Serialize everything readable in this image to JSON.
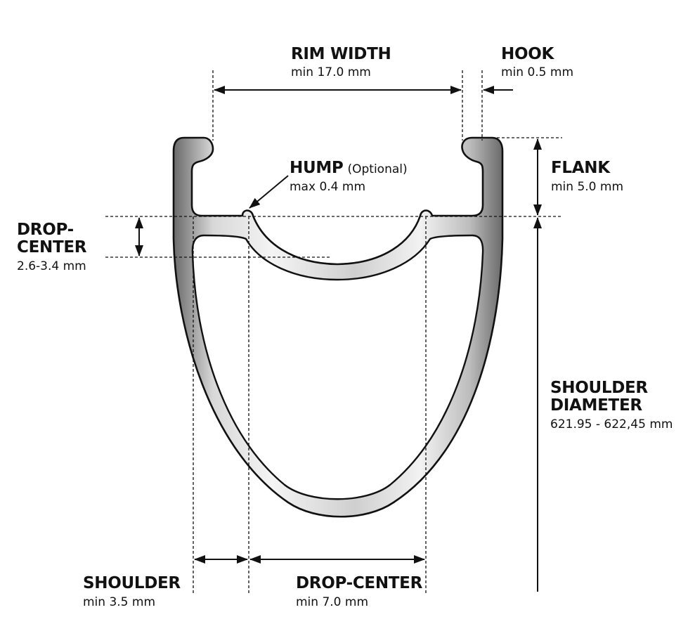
{
  "labels": {
    "rim_width": {
      "title": "RIM WIDTH",
      "value": "min 17.0 mm"
    },
    "hook": {
      "title": "HOOK",
      "value": "min 0.5 mm"
    },
    "hump": {
      "title": "HUMP",
      "note": "(Optional)",
      "value": "max 0.4 mm"
    },
    "flank": {
      "title": "FLANK",
      "value": "min 5.0 mm"
    },
    "drop_center_depth": {
      "title_line1": "DROP-",
      "title_line2": "CENTER",
      "value": "2.6-3.4 mm"
    },
    "shoulder_diameter": {
      "title_line1": "SHOULDER",
      "title_line2": "DIAMETER",
      "value": "621.95 - 622,45 mm"
    },
    "shoulder": {
      "title": "SHOULDER",
      "value": "min 3.5 mm"
    },
    "drop_center_width": {
      "title": "DROP-CENTER",
      "value": "min 7.0 mm"
    }
  },
  "colors": {
    "line": "#111111",
    "rim_dark": "#6e6e6e",
    "rim_light": "#f2f2f2"
  }
}
